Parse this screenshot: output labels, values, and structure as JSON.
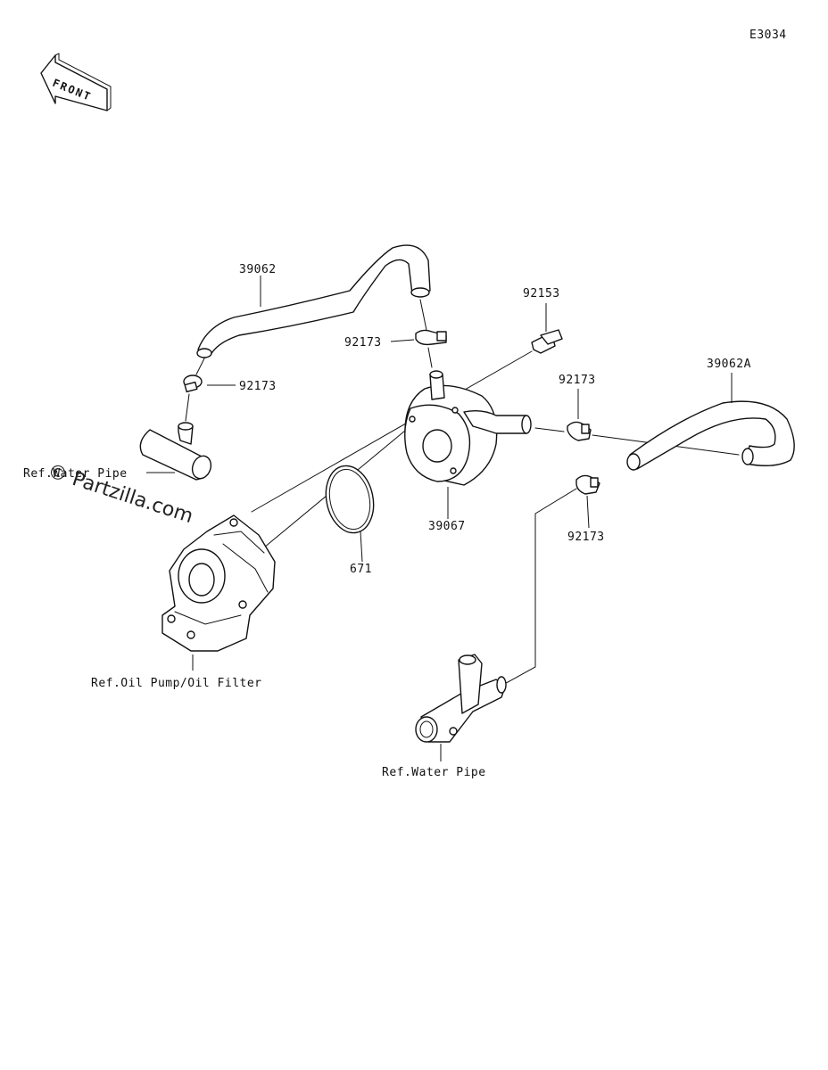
{
  "diagram_code": "E3034",
  "front_arrow_text": "FRONT",
  "watermark": "© Partzilla.com",
  "labels": {
    "hose_upper": "39062",
    "clamp_upper_left": "92173",
    "clamp_upper_mid": "92173",
    "bolt": "92153",
    "clamp_right": "92173",
    "hose_right": "39062A",
    "oil_cooler": "39067",
    "clamp_lower_right": "92173",
    "o_ring": "671",
    "ref_water_pipe_left": "Ref.Water Pipe",
    "ref_oil_pump": "Ref.Oil Pump/Oil Filter",
    "ref_water_pipe_bottom": "Ref.Water Pipe"
  }
}
